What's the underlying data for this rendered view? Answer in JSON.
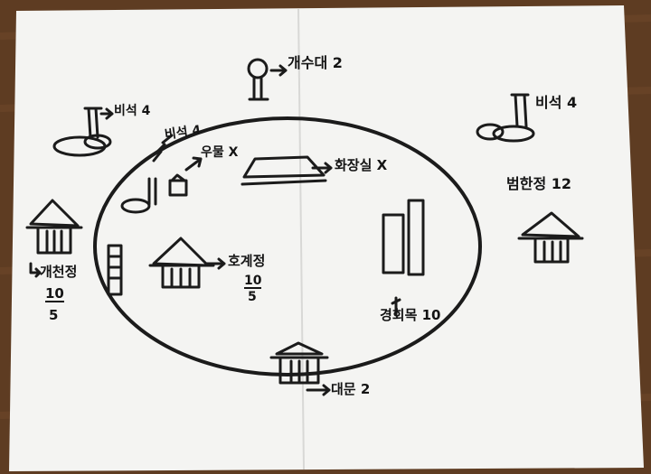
{
  "photo": {
    "labels": {
      "top_center": "개수대 2",
      "top_left": "비석 4",
      "inner_left": "비석 4",
      "well": "우물 X",
      "pavilion_top": "화장실 X",
      "top_right": "비석 4",
      "right_house": "범한정 12",
      "left_house": "개천정",
      "left_house_fraction": [
        "10",
        "5"
      ],
      "center_house": "호계정",
      "center_house_fraction": [
        "10",
        "5"
      ],
      "right_tree": "경회목 10",
      "bottom_gate": "대문 2"
    }
  }
}
